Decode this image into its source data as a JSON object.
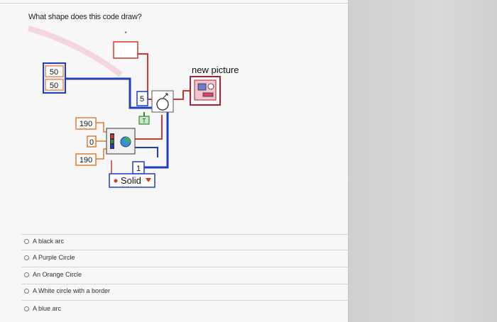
{
  "question": "What shape does this code draw?",
  "diagram": {
    "point_values": [
      "50",
      "50"
    ],
    "radius_box_value": "5",
    "size_values": [
      "190",
      "0",
      "190"
    ],
    "count_value": "1",
    "bool_constant": "T",
    "output_label": "new picture",
    "fill_style": "Solid"
  },
  "options": [
    {
      "label": "A black arc"
    },
    {
      "label": "A Purple Circle"
    },
    {
      "label": "An Orange Circle"
    },
    {
      "label": "A White circle with a border"
    },
    {
      "label": "A blue arc"
    }
  ],
  "colors": {
    "wire_blue": "#1f3fbf",
    "wire_red": "#d0392b",
    "terminal_orange": "#e07b2e",
    "picture_red": "#b02030",
    "bool_green": "#2e8b2e"
  }
}
